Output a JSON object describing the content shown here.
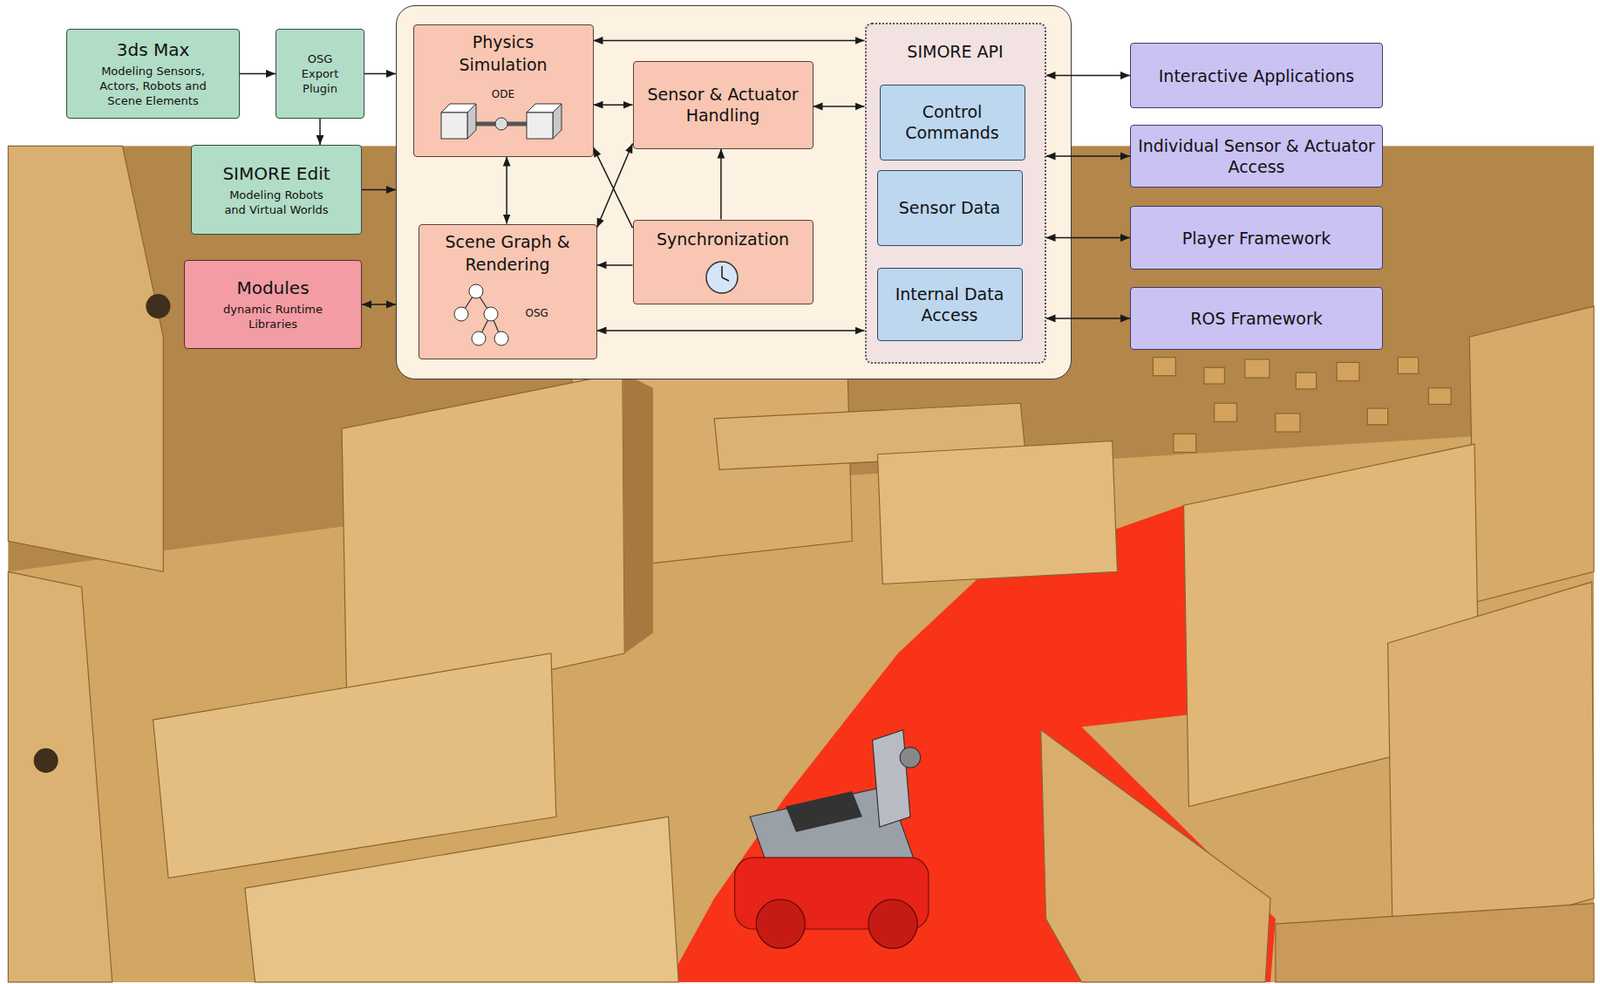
{
  "diagram": {
    "nodes": [
      {
        "text": [
          "3ds Max",
          "Modeling Sensors, Actors, Robots and Scene Elements"
        ]
      },
      {
        "text": [
          "OSG Export Plugin"
        ]
      },
      {
        "text": [
          "SIMORE Edit",
          "Modeling Robots and Virtual Worlds"
        ]
      },
      {
        "text": [
          "Modules",
          "dynamic Runtime Libraries"
        ]
      },
      {
        "text": []
      },
      {
        "text": [
          "Physics Simulation",
          "ODE"
        ],
        "in": 4
      },
      {
        "text": [
          "Sensor & Actuator Handling"
        ],
        "in": 4
      },
      {
        "text": [
          "Scene Graph & Rendering",
          "OSG"
        ],
        "in": 4
      },
      {
        "text": [
          "Synchronization"
        ],
        "in": 4
      },
      {
        "text": [
          "SIMORE API"
        ],
        "in": 4
      },
      {
        "text": [
          "Control Commands"
        ],
        "in": 9
      },
      {
        "text": [
          "Sensor Data"
        ],
        "in": 9
      },
      {
        "text": [
          "Internal Data Access"
        ],
        "in": 9
      },
      {
        "text": [
          "Interactive Applications"
        ]
      },
      {
        "text": [
          "Individual Sensor & Actuator Access"
        ]
      },
      {
        "text": [
          "Player Framework"
        ]
      },
      {
        "text": [
          "ROS Framework"
        ]
      }
    ],
    "edges": [
      {
        "from": 0,
        "to": 1,
        "arrow": "to"
      },
      {
        "from": 1,
        "to": 4,
        "arrow": "to"
      },
      {
        "from": 1,
        "to": 2,
        "arrow": "to"
      },
      {
        "from": 2,
        "to": 4,
        "arrow": "to"
      },
      {
        "from": 3,
        "to": 4,
        "arrow": "both"
      },
      {
        "from": 5,
        "to": 9,
        "arrow": "both"
      },
      {
        "from": 5,
        "to": 6,
        "arrow": "both"
      },
      {
        "from": 5,
        "to": 7,
        "arrow": "both"
      },
      {
        "from": 8,
        "to": 5,
        "arrow": "to"
      },
      {
        "from": 6,
        "to": 7,
        "arrow": "both"
      },
      {
        "from": 8,
        "to": 6,
        "arrow": "to"
      },
      {
        "from": 8,
        "to": 7,
        "arrow": "to"
      },
      {
        "from": 6,
        "to": 9,
        "arrow": "both"
      },
      {
        "from": 7,
        "to": 9,
        "arrow": "both"
      },
      {
        "from": 9,
        "to": 13,
        "arrow": "both"
      },
      {
        "from": 9,
        "to": 14,
        "arrow": "both"
      },
      {
        "from": 9,
        "to": 15,
        "arrow": "both"
      },
      {
        "from": 9,
        "to": 16,
        "arrow": "both"
      }
    ]
  }
}
